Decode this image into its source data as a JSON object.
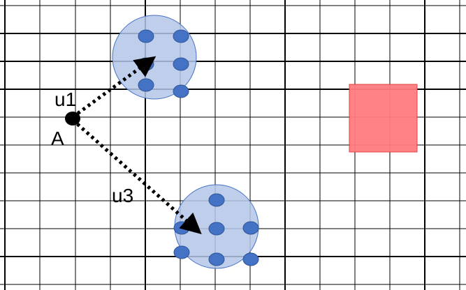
{
  "labels": {
    "u1": "u1",
    "a": "A",
    "u3": "u3"
  },
  "colors": {
    "grid_line": "#000000",
    "cluster_fill": "#b4c7e7",
    "cluster_stroke": "#4472c4",
    "node_fill": "#4472c4",
    "node_stroke": "#2f5597",
    "obstacle_fill": "#ff7c80",
    "obstacle_stroke": "#e04040",
    "agent_fill": "#000000"
  },
  "icons": {
    "agent": "black-dot",
    "cluster": "blue-circle-with-nodes",
    "obstacle": "red-square"
  }
}
